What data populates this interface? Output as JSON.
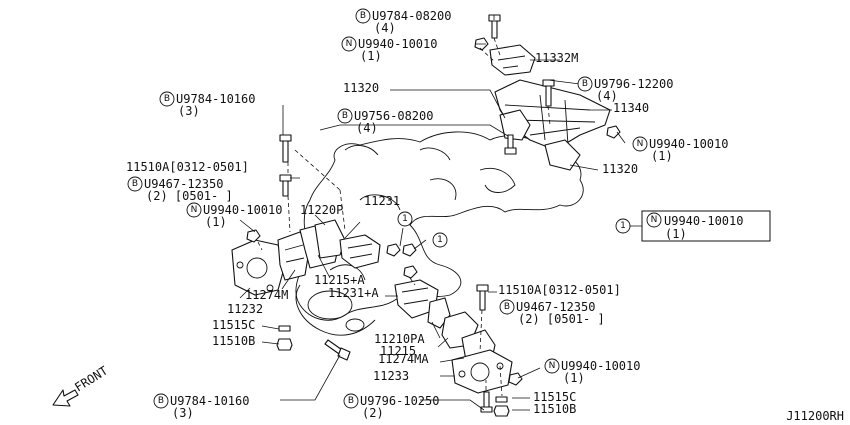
{
  "diagram_id": "J11200RH",
  "front_label": "FRONT",
  "callouts": [
    {
      "id": "c1",
      "prefix": "B",
      "text": "U9784-08200",
      "qty": "(4)"
    },
    {
      "id": "c2",
      "prefix": "N",
      "text": "U9940-10010",
      "qty": "(1)"
    },
    {
      "id": "c3",
      "prefix": "",
      "text": "11332M",
      "qty": ""
    },
    {
      "id": "c4",
      "prefix": "B",
      "text": "U9796-12200",
      "qty": "(4)"
    },
    {
      "id": "c5",
      "prefix": "",
      "text": "11320",
      "qty": ""
    },
    {
      "id": "c6",
      "prefix": "",
      "text": "11340",
      "qty": ""
    },
    {
      "id": "c7",
      "prefix": "B",
      "text": "U9784-10160",
      "qty": "(3)"
    },
    {
      "id": "c8",
      "prefix": "B",
      "text": "U9756-08200",
      "qty": "(4)"
    },
    {
      "id": "c9",
      "prefix": "N",
      "text": "U9940-10010",
      "qty": "(1)"
    },
    {
      "id": "c10",
      "prefix": "",
      "text": "11320",
      "qty": ""
    },
    {
      "id": "c11",
      "prefix": "",
      "text": "11510A[0312-0501]",
      "qty": ""
    },
    {
      "id": "c12",
      "prefix": "B",
      "text": "U9467-12350",
      "qty": "(2) [0501-    ]"
    },
    {
      "id": "c13",
      "prefix": "N",
      "text": "U9940-10010",
      "qty": "(1)"
    },
    {
      "id": "c14",
      "prefix": "",
      "text": "11220P",
      "qty": ""
    },
    {
      "id": "c15",
      "prefix": "",
      "text": "11231",
      "qty": ""
    },
    {
      "id": "c16",
      "prefix": "",
      "text": "11215+A",
      "qty": ""
    },
    {
      "id": "c17",
      "prefix": "",
      "text": "11231+A",
      "qty": ""
    },
    {
      "id": "c18",
      "prefix": "",
      "text": "11274M",
      "qty": ""
    },
    {
      "id": "c19",
      "prefix": "",
      "text": "11232",
      "qty": ""
    },
    {
      "id": "c20",
      "prefix": "",
      "text": "11515C",
      "qty": ""
    },
    {
      "id": "c21",
      "prefix": "",
      "text": "11510B",
      "qty": ""
    },
    {
      "id": "c22",
      "prefix": "",
      "text": "11510A[0312-0501]",
      "qty": ""
    },
    {
      "id": "c23",
      "prefix": "B",
      "text": "U9467-12350",
      "qty": "(2) [0501-    ]"
    },
    {
      "id": "c24",
      "prefix": "",
      "text": "11210PA",
      "qty": ""
    },
    {
      "id": "c25",
      "prefix": "",
      "text": "11215",
      "qty": ""
    },
    {
      "id": "c26",
      "prefix": "",
      "text": "11274MA",
      "qty": ""
    },
    {
      "id": "c27",
      "prefix": "",
      "text": "11233",
      "qty": ""
    },
    {
      "id": "c28",
      "prefix": "N",
      "text": "U9940-10010",
      "qty": "(1)"
    },
    {
      "id": "c29",
      "prefix": "",
      "text": "11515C",
      "qty": ""
    },
    {
      "id": "c30",
      "prefix": "",
      "text": "11510B",
      "qty": ""
    },
    {
      "id": "c31",
      "prefix": "B",
      "text": "U9784-10160",
      "qty": "(3)"
    },
    {
      "id": "c32",
      "prefix": "B",
      "text": "U9796-10250",
      "qty": "(2)"
    }
  ],
  "index_markers": [
    "1",
    "1",
    "1"
  ],
  "legend": {
    "marker": "1",
    "prefix": "N",
    "text": "U9940-10010",
    "qty": "(1)"
  }
}
